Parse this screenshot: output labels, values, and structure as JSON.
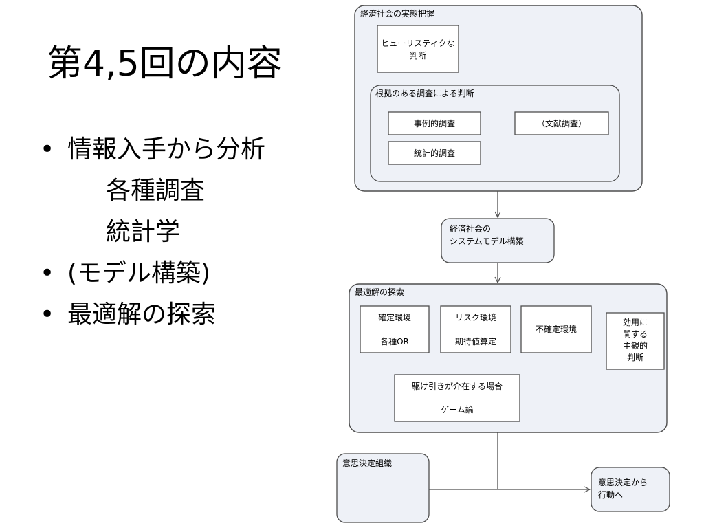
{
  "slide": {
    "title": "第4,5回の内容",
    "bullets": [
      {
        "text": "情報入手から分析",
        "sub": [
          "各種調査",
          "統計学"
        ]
      },
      {
        "text": "(モデル構築)",
        "sub": []
      },
      {
        "text": "最適解の探索",
        "sub": []
      }
    ]
  },
  "diagram": {
    "economy_group": {
      "label": "経済社会の実態把握",
      "heuristic": [
        "ヒューリスティクな",
        "判断"
      ],
      "evidence_group": {
        "label": "根拠のある調査による判断",
        "case_study": "事例的調査",
        "statistical_study": "統計的調査",
        "literature_study": "（文献調査）"
      }
    },
    "system_model": [
      "経済社会の",
      "システムモデル構築"
    ],
    "optimal_group": {
      "label": "最適解の探索",
      "certain": [
        "確定環境",
        "各種OR"
      ],
      "risk": [
        "リスク環境",
        "期待値算定"
      ],
      "uncertain": "不確定環境",
      "game": [
        "駆け引きが介在する場合",
        "ゲーム論"
      ]
    },
    "utility": [
      "効用に",
      "関する",
      "主観的",
      "判断"
    ],
    "decision_org": "意思決定組織",
    "to_action": [
      "意思決定から",
      "行動へ"
    ]
  }
}
